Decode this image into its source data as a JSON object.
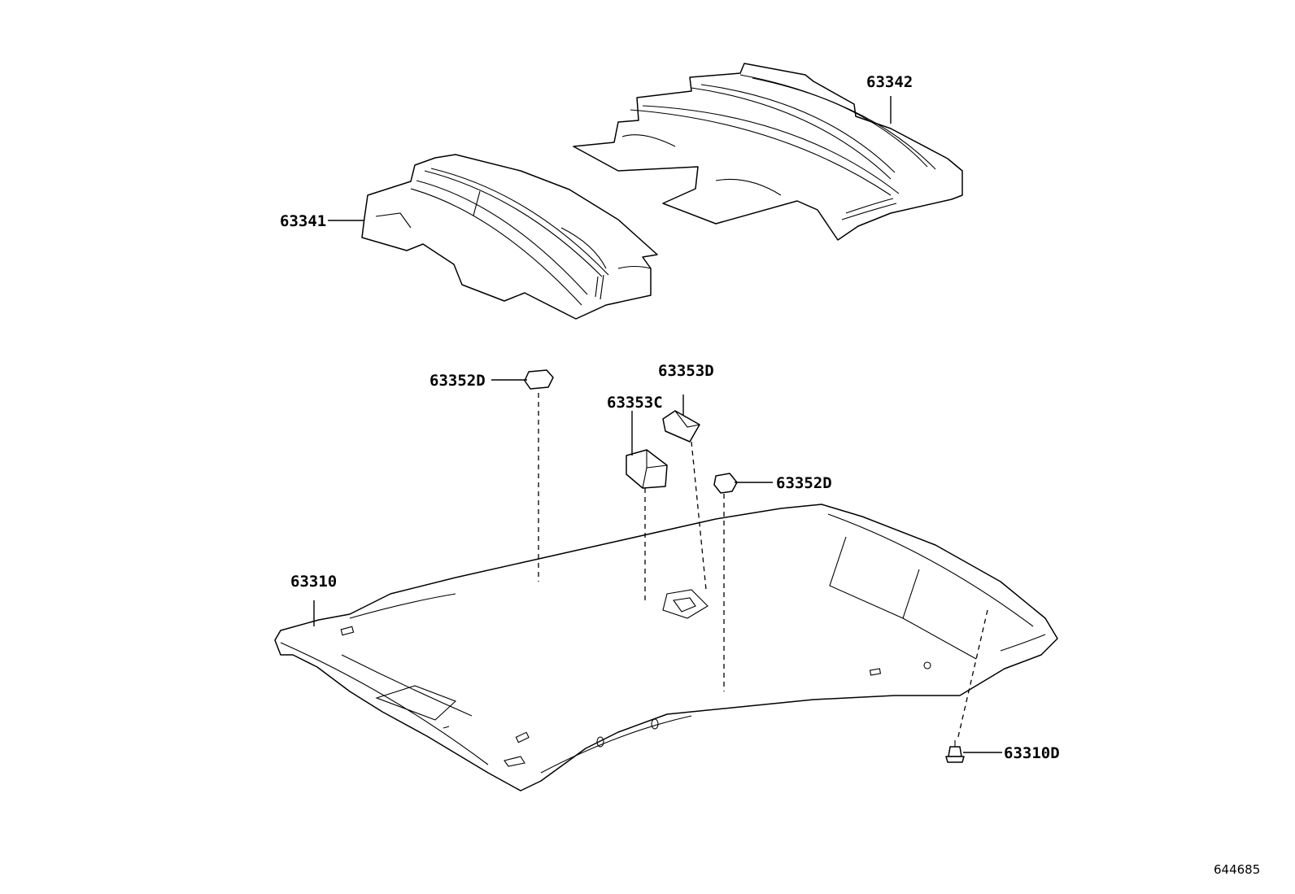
{
  "labels": {
    "p63342": "63342",
    "p63341": "63341",
    "p63352d_a": "63352D",
    "p63353d": "63353D",
    "p63353c": "63353C",
    "p63352d_b": "63352D",
    "p63310": "63310",
    "p63310d": "63310D"
  },
  "diagram_number": "644685"
}
